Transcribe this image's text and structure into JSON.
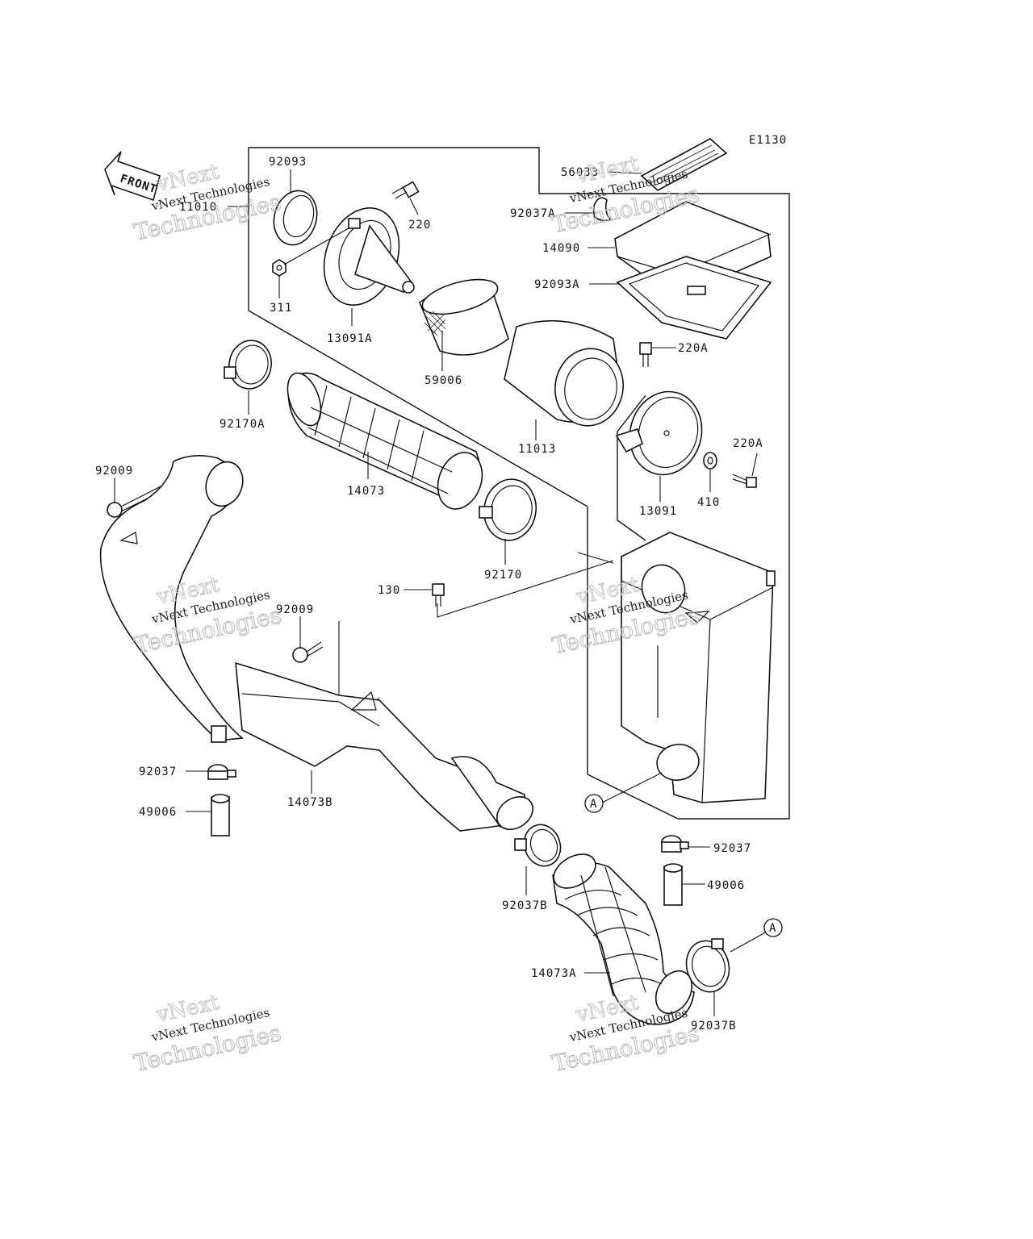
{
  "diagram": {
    "code": "E1130",
    "front_label": "FRONT",
    "callout_letter": "A"
  },
  "parts": [
    {
      "id": "p92093",
      "label": "92093"
    },
    {
      "id": "p220",
      "label": "220"
    },
    {
      "id": "p11010",
      "label": "11010"
    },
    {
      "id": "p311",
      "label": "311"
    },
    {
      "id": "p13091A",
      "label": "13091A"
    },
    {
      "id": "p59006",
      "label": "59006"
    },
    {
      "id": "p56033",
      "label": "56033"
    },
    {
      "id": "p92037A",
      "label": "92037A"
    },
    {
      "id": "p14090",
      "label": "14090"
    },
    {
      "id": "p92093A",
      "label": "92093A"
    },
    {
      "id": "p220A_1",
      "label": "220A"
    },
    {
      "id": "p220A_2",
      "label": "220A"
    },
    {
      "id": "p11013",
      "label": "11013"
    },
    {
      "id": "p92170A",
      "label": "92170A"
    },
    {
      "id": "p14073",
      "label": "14073"
    },
    {
      "id": "p13091",
      "label": "13091"
    },
    {
      "id": "p410",
      "label": "410"
    },
    {
      "id": "p92009_1",
      "label": "92009"
    },
    {
      "id": "p92170",
      "label": "92170"
    },
    {
      "id": "p130",
      "label": "130"
    },
    {
      "id": "p92009_2",
      "label": "92009"
    },
    {
      "id": "p92037_1",
      "label": "92037"
    },
    {
      "id": "p14073B",
      "label": "14073B"
    },
    {
      "id": "p49006_1",
      "label": "49006"
    },
    {
      "id": "p92037_2",
      "label": "92037"
    },
    {
      "id": "p49006_2",
      "label": "49006"
    },
    {
      "id": "p92037B_1",
      "label": "92037B"
    },
    {
      "id": "p14073A",
      "label": "14073A"
    },
    {
      "id": "p92037B_2",
      "label": "92037B"
    }
  ],
  "watermark": {
    "line1": "vNext",
    "line2": "vNext Technologies",
    "line3": "Technologies"
  },
  "colors": {
    "ink": "#111111",
    "watermark_outline": "#b8b8b8",
    "background": "#ffffff"
  }
}
